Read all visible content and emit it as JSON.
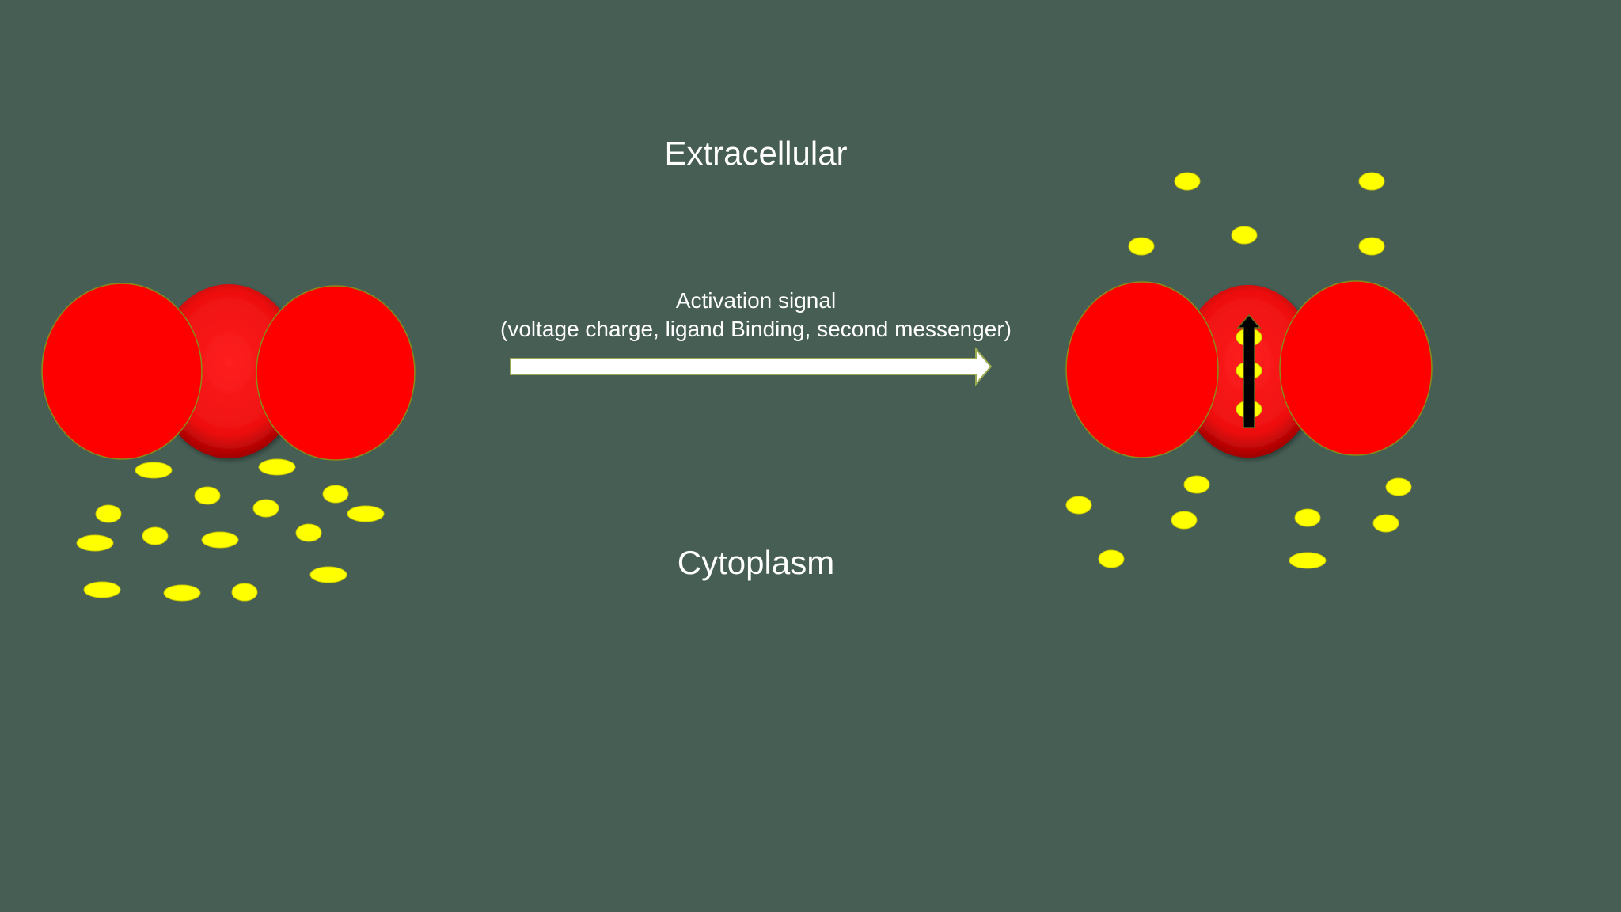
{
  "slide": {
    "background": "#465e54"
  },
  "labels": {
    "extracellular": "Extracellular",
    "cytoplasm": "Cytoplasm",
    "signal_title": "Activation signal",
    "signal_examples": "(voltage charge, ligand Binding, second messenger)"
  },
  "colors": {
    "subunit": "#ff0000",
    "subunit_outline": "#8a8a18",
    "pore": "#ee1515",
    "pore_rim": "#990000",
    "ion": "#ffff00",
    "ion_outline": "#cccc00",
    "arrow_fill": "#ffffff",
    "arrow_outline": "#9aaa50",
    "flow_arrow": "#000000"
  },
  "channels": [
    {
      "state": "closed",
      "icon": "closed-ion-channel"
    },
    {
      "state": "open",
      "icon": "open-ion-channel",
      "ions_in_pore": 3
    }
  ],
  "transition_icon": "right-arrow-icon"
}
